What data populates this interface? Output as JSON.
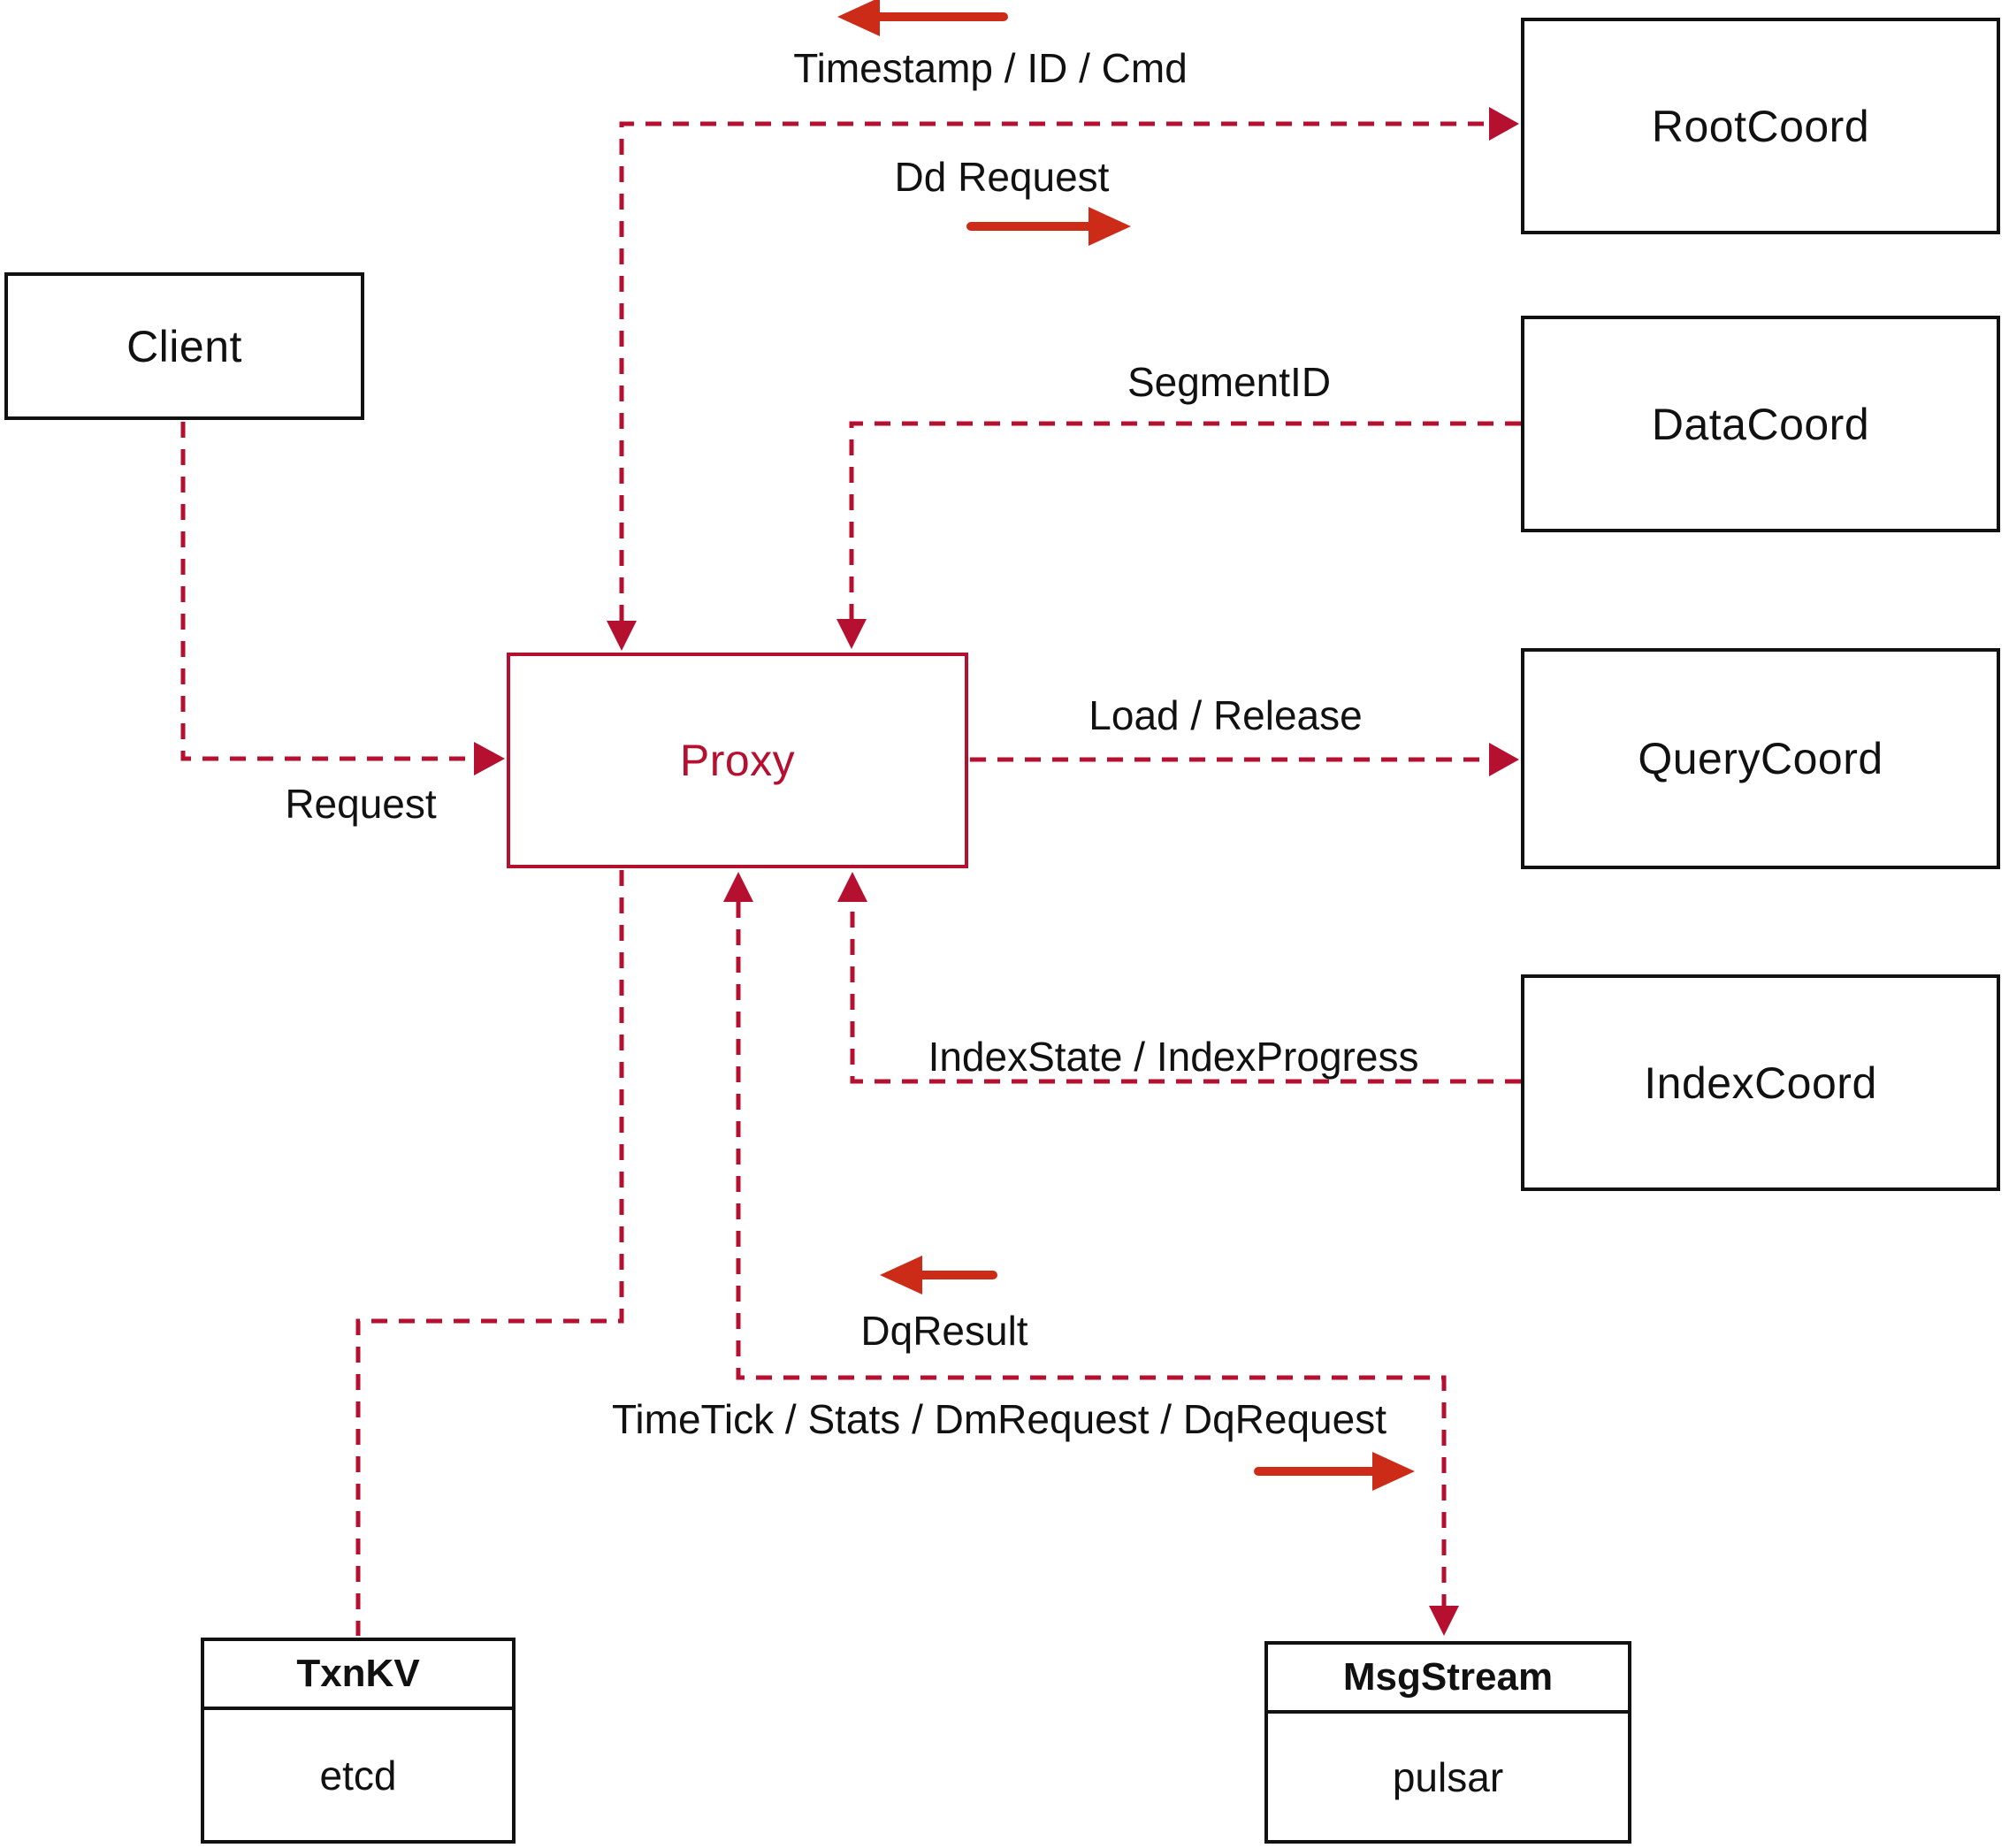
{
  "diagram": {
    "nodes": {
      "client": {
        "label": "Client"
      },
      "proxy": {
        "label": "Proxy"
      },
      "root_coord": {
        "label": "RootCoord"
      },
      "data_coord": {
        "label": "DataCoord"
      },
      "query_coord": {
        "label": "QueryCoord"
      },
      "index_coord": {
        "label": "IndexCoord"
      },
      "txn_kv": {
        "title": "TxnKV",
        "subtitle": "etcd"
      },
      "msg_stream": {
        "title": "MsgStream",
        "subtitle": "pulsar"
      }
    },
    "edge_labels": {
      "timestamp_id_cmd": "Timestamp / ID / Cmd",
      "dd_request": "Dd Request",
      "segment_id": "SegmentID",
      "request": "Request",
      "load_release": "Load / Release",
      "index_state": "IndexState / IndexProgress",
      "dq_result": "DqResult",
      "time_tick": "TimeTick / Stats / DmRequest / DqRequest"
    },
    "colors": {
      "dashed_line": "#b5102f",
      "solid_arrow": "#cc2b17",
      "node_border": "#111111",
      "proxy_accent": "#b5102f",
      "text_color": "#111111"
    }
  }
}
